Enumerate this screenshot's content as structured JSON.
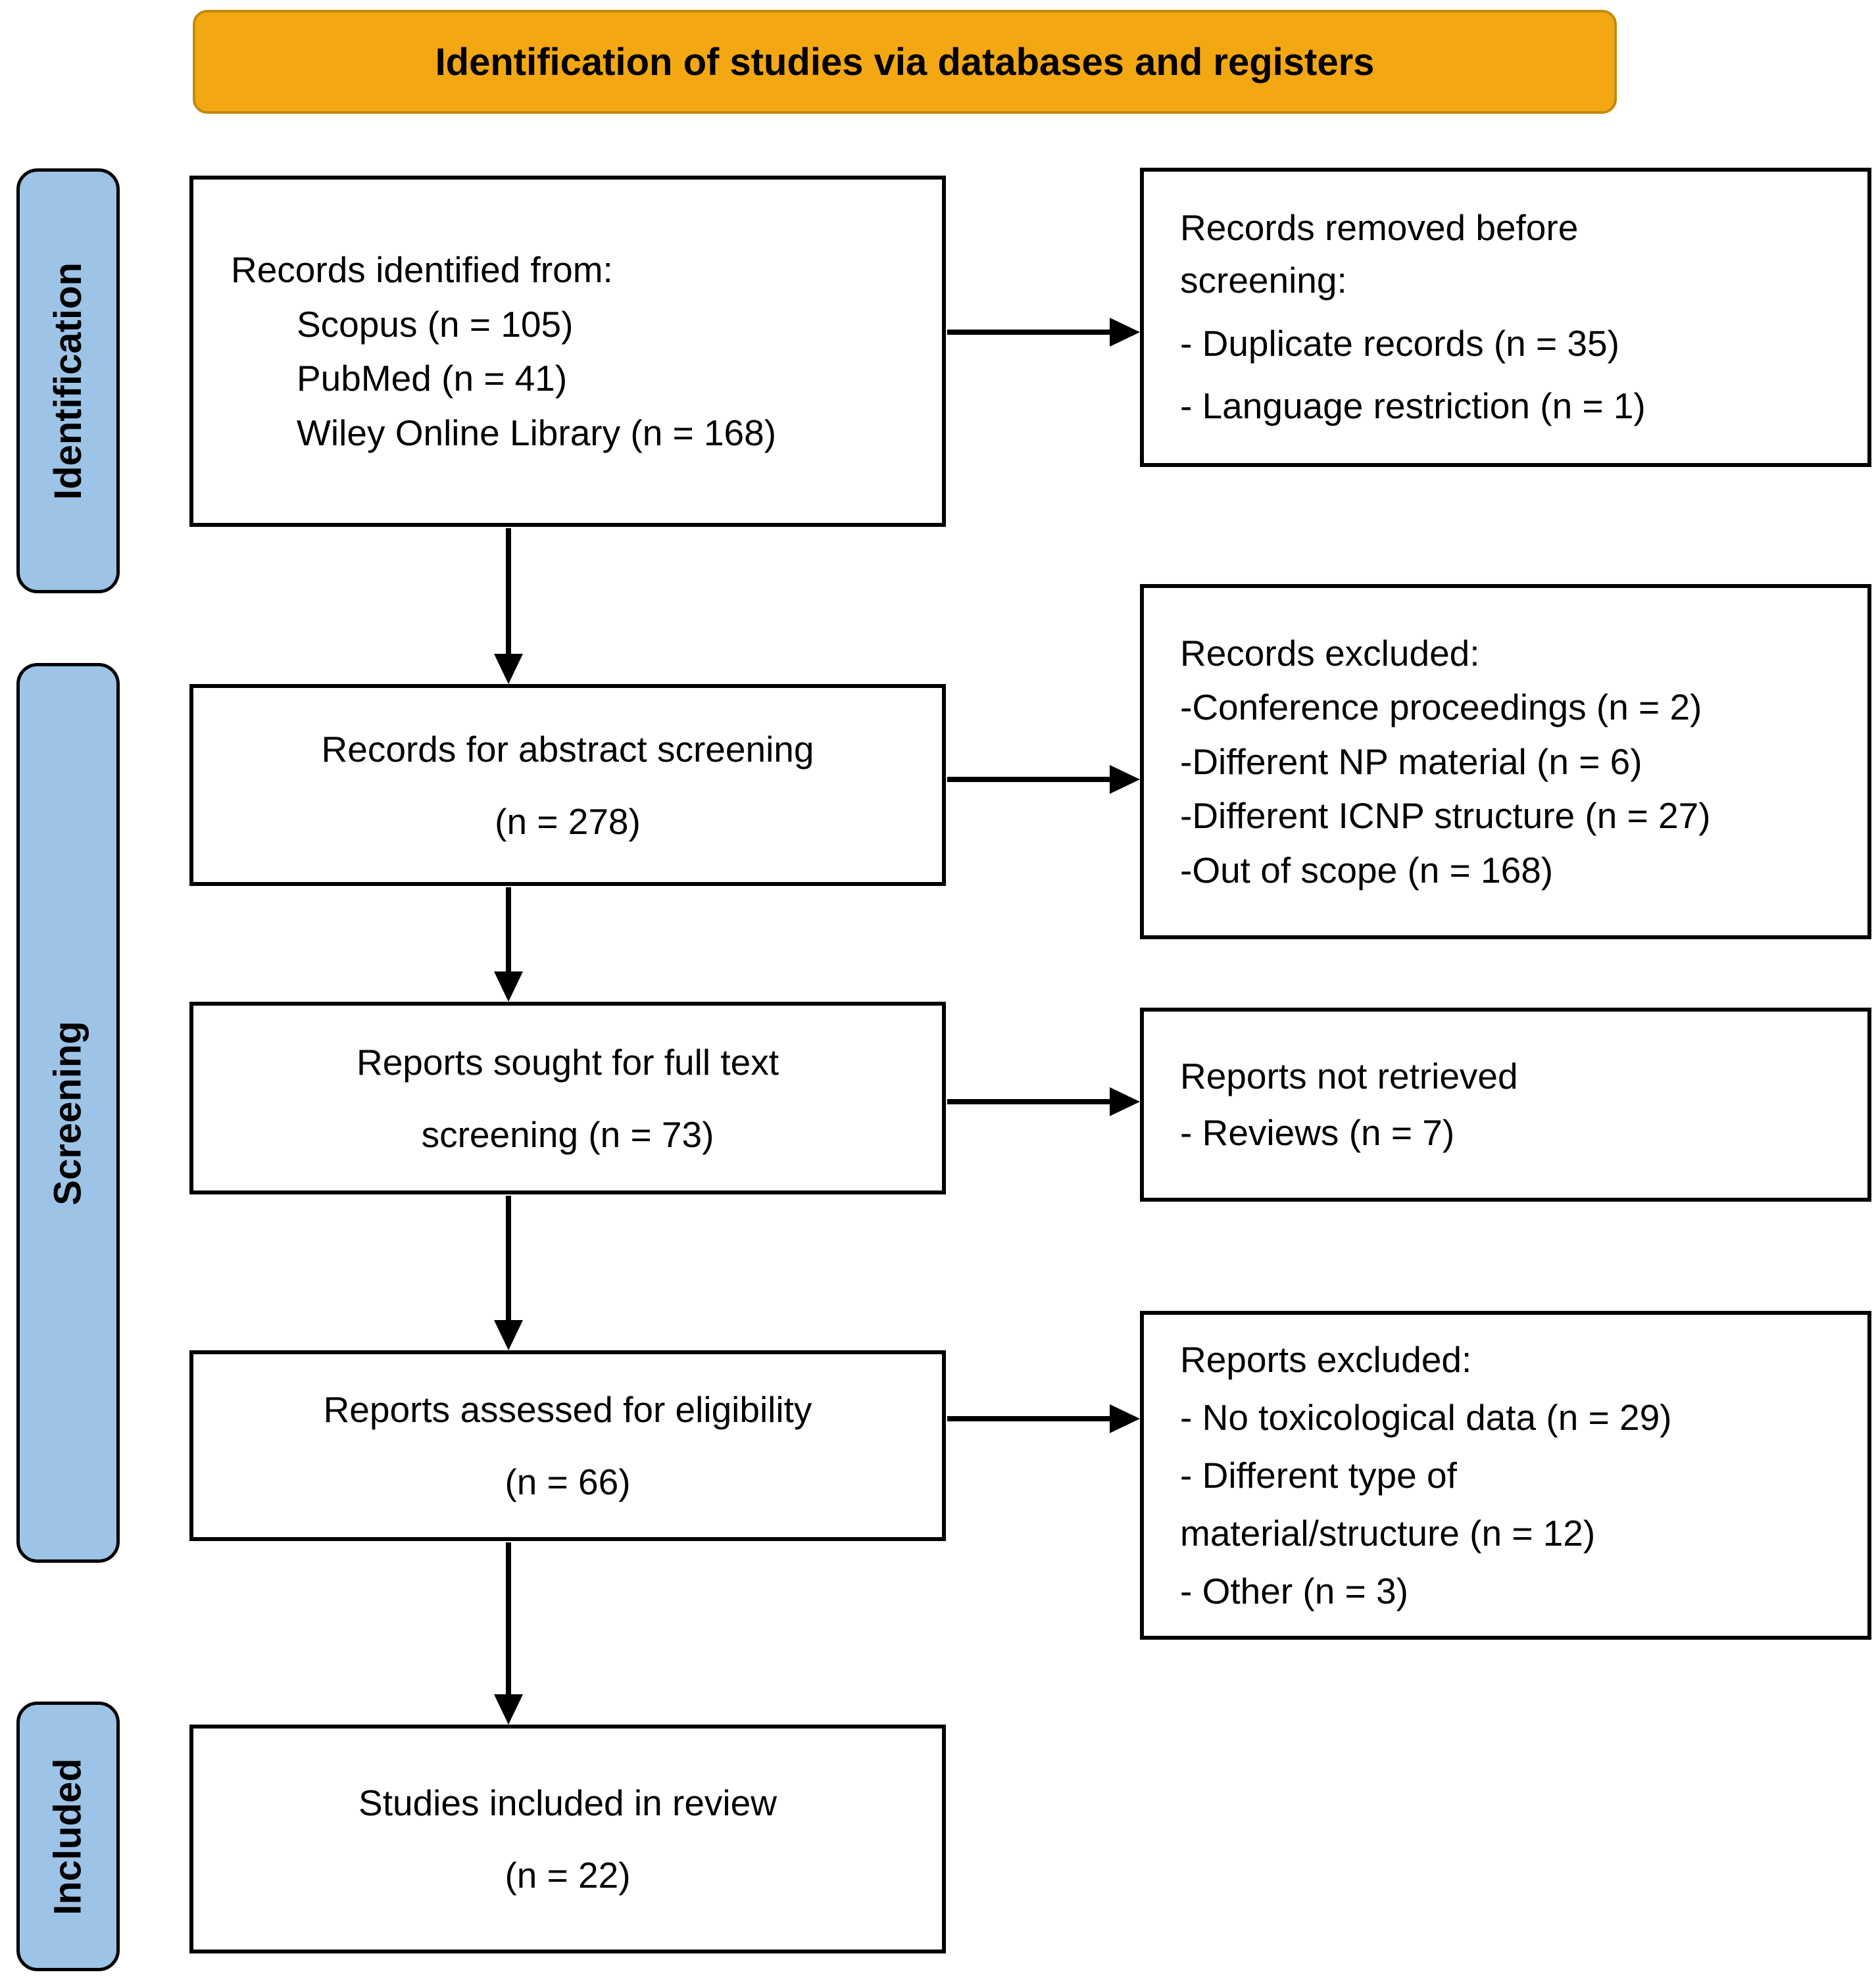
{
  "banner": {
    "title": "Identification of studies via databases and registers"
  },
  "stage_labels": {
    "identification": "Identification",
    "screening": "Screening",
    "included": "Included"
  },
  "flow": {
    "records_identified": {
      "title": "Records identified from:",
      "items": [
        "Scopus (n = 105)",
        "PubMed (n = 41)",
        "Wiley Online Library (n = 168)"
      ]
    },
    "abstract_screening": {
      "lines": [
        "Records for abstract screening",
        "(n = 278)"
      ]
    },
    "full_text_screening": {
      "lines": [
        "Reports sought for full text",
        "screening (n = 73)"
      ]
    },
    "eligibility": {
      "lines": [
        "Reports assessed for eligibility",
        "(n = 66)"
      ]
    },
    "included_review": {
      "lines": [
        "Studies included in review",
        "(n = 22)"
      ]
    }
  },
  "exclusions": {
    "removed_before_screening": {
      "title_lines": [
        "Records removed before",
        "screening:"
      ],
      "items": [
        "- Duplicate records (n = 35)",
        "- Language restriction (n = 1)"
      ]
    },
    "records_excluded": {
      "title": "Records excluded:",
      "items": [
        "-Conference proceedings (n = 2)",
        "-Different NP material (n = 6)",
        "-Different ICNP structure (n = 27)",
        "-Out of scope (n = 168)"
      ]
    },
    "reports_not_retrieved": {
      "title": "Reports not retrieved",
      "items": [
        "- Reviews (n = 7)"
      ]
    },
    "reports_excluded": {
      "title": "Reports excluded:",
      "items": [
        "- No toxicological data (n = 29)",
        "- Different type of",
        "material/structure (n = 12)",
        "- Other (n = 3)"
      ]
    }
  },
  "colors": {
    "banner_bg": "#F3A712",
    "banner_border": "#C08A0E",
    "stage_bg": "#9DC3E6",
    "box_border": "#000000",
    "text": "#000000"
  }
}
